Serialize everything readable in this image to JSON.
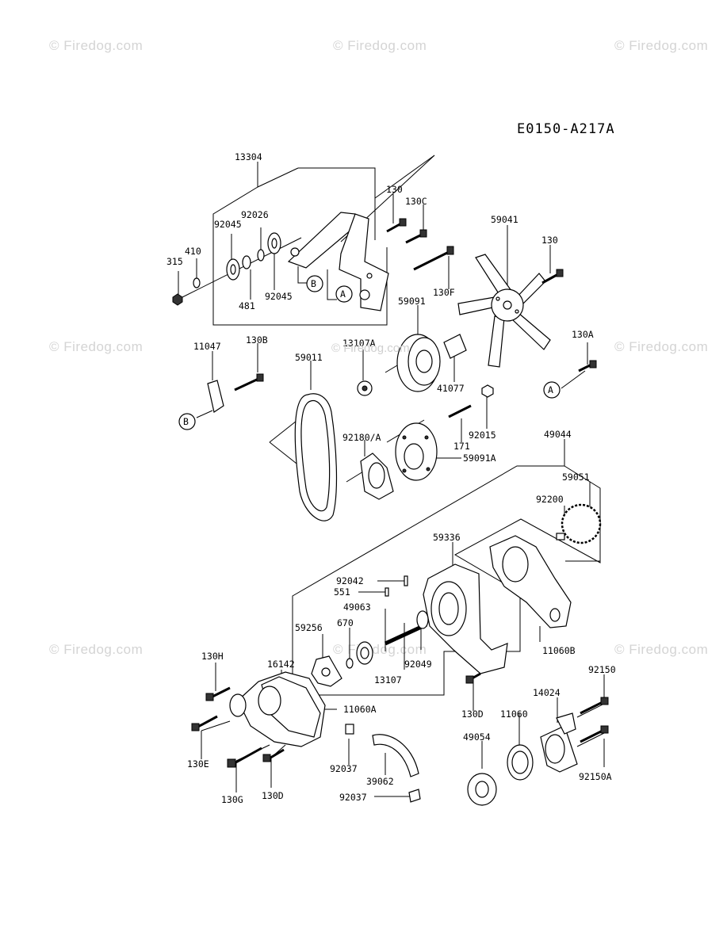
{
  "diagram_code": "E0150-A217A",
  "watermark": "© Firedog.com",
  "center_watermark": "© Firedog.com",
  "parts": {
    "p13304": "13304",
    "p92026": "92026",
    "p92045a": "92045",
    "p410": "410",
    "p315": "315",
    "p481": "481",
    "p92045b": "92045",
    "p130a": "130",
    "p130c": "130C",
    "p130f": "130F",
    "p59041": "59041",
    "p130b": "130",
    "p59091": "59091",
    "p130A": "130A",
    "p11047": "11047",
    "p130B": "130B",
    "p13107A": "13107A",
    "p59011": "59011",
    "p41077": "41077",
    "p92180A": "92180/A",
    "p92015": "92015",
    "p171": "171",
    "p59091A": "59091A",
    "p49044": "49044",
    "p59051": "59051",
    "p92200": "92200",
    "p59336": "59336",
    "p92042": "92042",
    "p551": "551",
    "p49063": "49063",
    "p670": "670",
    "p59256": "59256",
    "p16142": "16142",
    "p130H": "130H",
    "p13107": "13107",
    "p92049": "92049",
    "p11060B": "11060B",
    "p92150": "92150",
    "p14024": "14024",
    "p11060A": "11060A",
    "p130D1": "130D",
    "p11060": "11060",
    "p49054": "49054",
    "p130E": "130E",
    "p92037a": "92037",
    "p39062": "39062",
    "p92150A": "92150A",
    "p130G": "130G",
    "p130D2": "130D",
    "p92037b": "92037"
  },
  "callouts": {
    "a1": "A",
    "a2": "A",
    "b1": "B",
    "b2": "B"
  }
}
